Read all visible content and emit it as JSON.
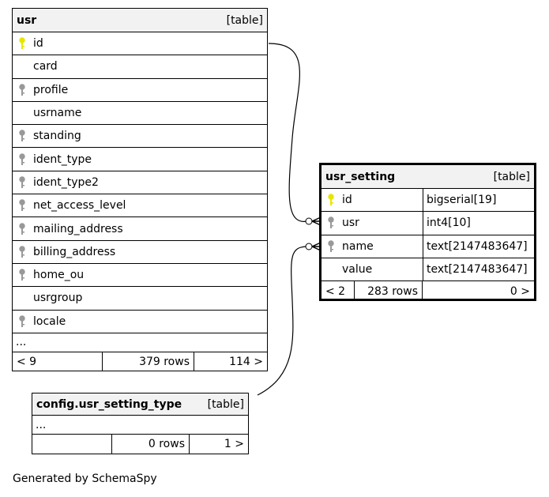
{
  "tables": {
    "usr": {
      "name": "usr",
      "kind": "[table]",
      "columns": [
        {
          "name": "id",
          "key": "primary"
        },
        {
          "name": "card",
          "key": "none"
        },
        {
          "name": "profile",
          "key": "foreign"
        },
        {
          "name": "usrname",
          "key": "none"
        },
        {
          "name": "standing",
          "key": "foreign"
        },
        {
          "name": "ident_type",
          "key": "foreign"
        },
        {
          "name": "ident_type2",
          "key": "foreign"
        },
        {
          "name": "net_access_level",
          "key": "foreign"
        },
        {
          "name": "mailing_address",
          "key": "foreign"
        },
        {
          "name": "billing_address",
          "key": "foreign"
        },
        {
          "name": "home_ou",
          "key": "foreign"
        },
        {
          "name": "usrgroup",
          "key": "none"
        },
        {
          "name": "locale",
          "key": "foreign"
        }
      ],
      "ellipsis": "...",
      "footer": {
        "parents": "< 9",
        "rows": "379 rows",
        "children": "114 >"
      }
    },
    "usr_setting": {
      "name": "usr_setting",
      "kind": "[table]",
      "columns": [
        {
          "name": "id",
          "type": "bigserial[19]",
          "key": "primary"
        },
        {
          "name": "usr",
          "type": "int4[10]",
          "key": "foreign"
        },
        {
          "name": "name",
          "type": "text[2147483647]",
          "key": "foreign"
        },
        {
          "name": "value",
          "type": "text[2147483647]",
          "key": "none"
        }
      ],
      "footer": {
        "parents": "< 2",
        "rows": "283 rows",
        "children": "0 >"
      }
    },
    "usr_setting_type": {
      "name": "config.usr_setting_type",
      "kind": "[table]",
      "ellipsis": "...",
      "footer": {
        "parents": "",
        "rows": "0 rows",
        "children": "1 >"
      }
    }
  },
  "colors": {
    "primary_key": "#e6e600",
    "foreign_key": "#999999",
    "header_bg": "#f2f2f2"
  },
  "generated_by": "Generated by SchemaSpy"
}
